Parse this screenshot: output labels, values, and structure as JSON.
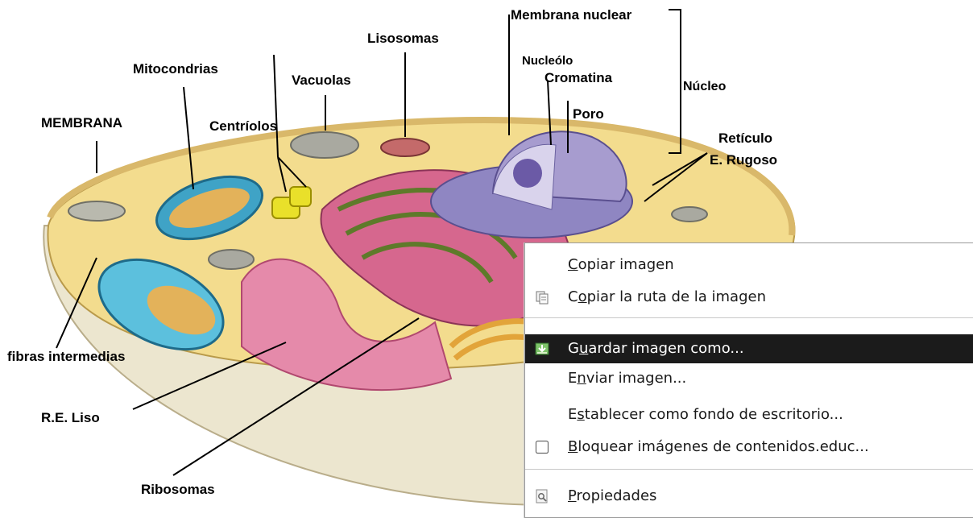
{
  "diagram": {
    "labels": {
      "membrana_nuclear": "Membrana nuclear",
      "lisosomas": "Lisosomas",
      "mitocondrias": "Mitocondrias",
      "vacuolas": "Vacuolas",
      "nucleolo": "Nucleólo",
      "cromatina": "Cromatina",
      "nucleo": "Núcleo",
      "membrana": "MEMBRANA",
      "centriolos": "Centríolos",
      "poro": "Poro",
      "reticulo": "Retículo",
      "e_rugoso": "E. Rugoso",
      "fibras": "fibras intermedias",
      "re_liso": "R.E. Liso",
      "ribosomas": "Ribosomas"
    }
  },
  "context_menu": {
    "items": [
      {
        "pre": "",
        "key": "C",
        "post": "opiar imagen",
        "icon": "none-icon",
        "active": false
      },
      {
        "pre": "C",
        "key": "o",
        "post": "piar la ruta de la imagen",
        "icon": "copy-path-icon",
        "active": false
      },
      {
        "pre": "G",
        "key": "u",
        "post": "ardar imagen como...",
        "icon": "save-image-icon",
        "active": true
      },
      {
        "pre": "E",
        "key": "n",
        "post": "viar imagen...",
        "icon": "none-icon",
        "active": false
      },
      {
        "pre": "E",
        "key": "s",
        "post": "tablecer como fondo de escritorio...",
        "icon": "none-icon",
        "active": false
      },
      {
        "pre": "",
        "key": "B",
        "post": "loquear imágenes de contenidos.educ...",
        "icon": "checkbox-icon",
        "active": false
      },
      {
        "pre": "",
        "key": "P",
        "post": "ropiedades",
        "icon": "properties-icon",
        "active": false
      }
    ]
  },
  "colors": {
    "menu_highlight": "#1b1b1b",
    "cytoplasm": "#f3dc8e",
    "nucleus": "#8f86c2",
    "er_pink": "#d6678e",
    "mitochondria": "#3fa3c6"
  }
}
